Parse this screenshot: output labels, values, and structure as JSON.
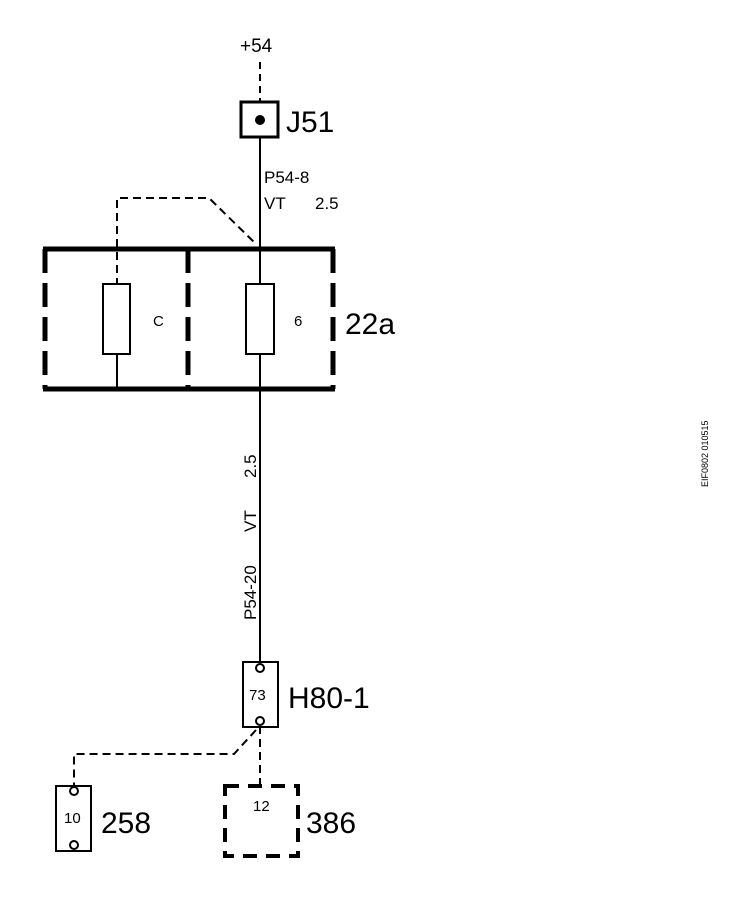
{
  "supply": {
    "label": "+54"
  },
  "connector_j51": {
    "label": "J51"
  },
  "wire_top": {
    "id": "P54-8",
    "color": "VT",
    "size": "2.5"
  },
  "fuse_box": {
    "label": "22a",
    "fuses": [
      {
        "label": "C"
      },
      {
        "label": "6"
      }
    ]
  },
  "wire_mid": {
    "id": "P54-20",
    "color": "VT",
    "size": "2.5"
  },
  "connector_h80": {
    "label": "H80-1",
    "pin": "73"
  },
  "connector_258": {
    "label": "258",
    "pin": "10"
  },
  "connector_386": {
    "label": "386",
    "pin": "12"
  },
  "figure_id": "EIF0802 010515",
  "colors": {
    "ink": "#000000",
    "background": "#ffffff"
  }
}
